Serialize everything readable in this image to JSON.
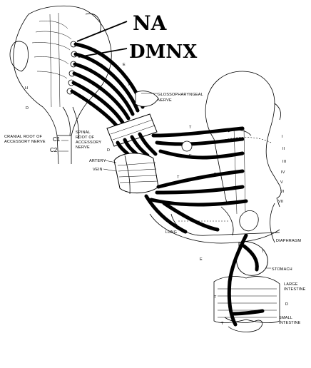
{
  "titles": {
    "na": "NA",
    "dmnx": "DMNX"
  },
  "labels": {
    "glossopharyngeal": [
      "GLOSSOPHARYNGEAL",
      "NERVE"
    ],
    "cranial_root": [
      "CRANIAL ROOT OF",
      "ACCESSORY NERVE"
    ],
    "spinal_root": [
      "SPINAL",
      "ROOT OF",
      "ACCESSORY",
      "NERVE"
    ],
    "c1": "C1",
    "c2": "C2",
    "artery": "ARTERY",
    "vein": "VEIN",
    "lung": "LUNG",
    "diaphragm": "DIAPHRAGM",
    "stomach": "STOMACH",
    "large_intestine": [
      "LARGE",
      "INTESTINE"
    ],
    "small_intestine": [
      "SMALL",
      "INTESTINE"
    ]
  },
  "roman_markers": [
    "I",
    "II",
    "III",
    "IV",
    "V",
    "VI",
    "VII"
  ]
}
